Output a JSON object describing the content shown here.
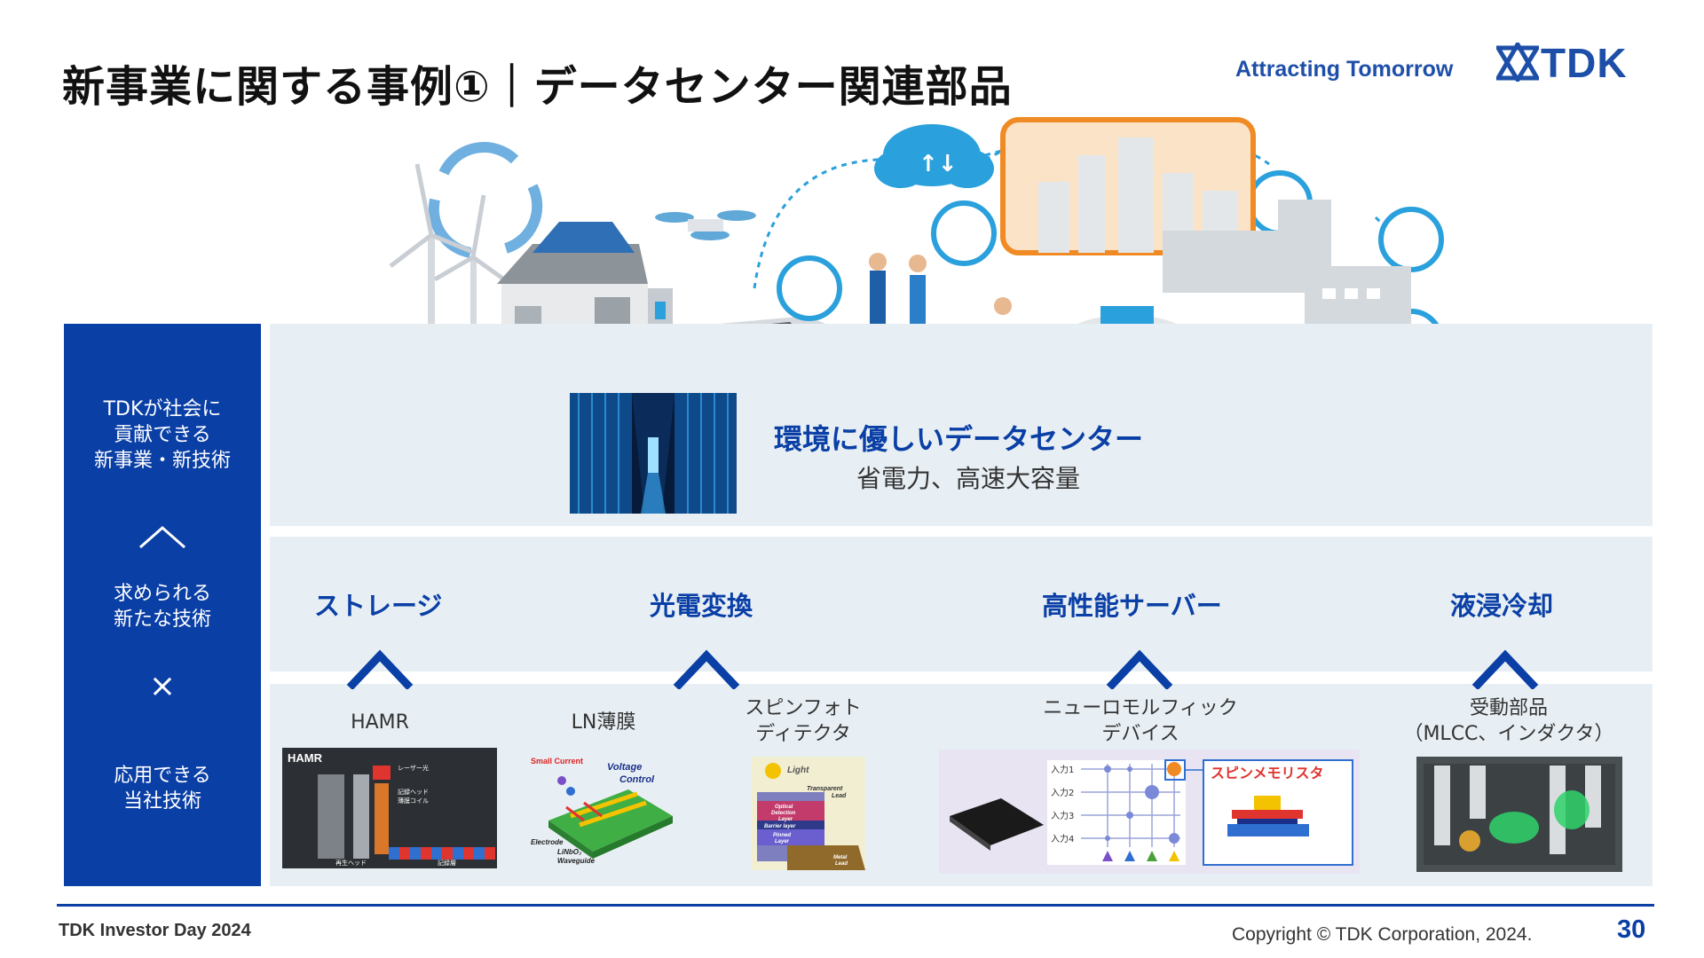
{
  "header": {
    "title": "新事業に関する事例①｜データセンター関連部品",
    "slogan": "Attracting Tomorrow",
    "logo_text": "TDK"
  },
  "left_bar": {
    "top_text": [
      "TDKが社会に",
      "貢献できる",
      "新事業・新技術"
    ],
    "middle_text": [
      "求められる",
      "新たな技術"
    ],
    "bottom_text": [
      "応用できる",
      "当社技術"
    ],
    "symbol_up": "^",
    "symbol_times": "×"
  },
  "hero": {
    "headline": "環境に優しいデータセンター",
    "subline": "省電力、高速大容量"
  },
  "categories": [
    {
      "label": "ストレージ"
    },
    {
      "label": "光電変換"
    },
    {
      "label": "高性能サーバー"
    },
    {
      "label": "液浸冷却"
    }
  ],
  "technologies": [
    {
      "label": [
        "HAMR"
      ]
    },
    {
      "label": [
        "LN薄膜"
      ]
    },
    {
      "label": [
        "スピンフォト",
        "ディテクタ"
      ]
    },
    {
      "label": [
        "ニューロモルフィック",
        "デバイス"
      ]
    },
    {
      "label": [
        "受動部品",
        "（MLCC、インダクタ）"
      ]
    }
  ],
  "images": {
    "hamr": {
      "title": "HAMR",
      "l1": "レーザー光",
      "l2": "記録ヘッド",
      "l3": "薄膜コイル",
      "l4": "再生ヘッド",
      "l5": "記録層"
    },
    "ln": {
      "small_current": "Small Current",
      "voltage": "Voltage",
      "control": "Control",
      "electrode": "Electrode",
      "linbo": "LiNbO₃",
      "waveguide": "Waveguide"
    },
    "spinphoto": {
      "light": "Light",
      "transparent": "Transparent",
      "lead": "Lead",
      "optical": "Optical",
      "detection": "Detection",
      "layer": "Layer",
      "barrier": "Barrier layer",
      "pinned": "Pinned",
      "pinned_layer": "Layer",
      "metal": "Metal",
      "metal_lead": "Lead"
    },
    "neuro": {
      "inputs": [
        "入力1",
        "入力2",
        "入力3",
        "入力4"
      ],
      "spin_memristor": "スピンメモリスタ"
    }
  },
  "footer": {
    "left": "TDK Investor Day 2024",
    "copyright": "Copyright  © TDK Corporation, 2024.",
    "page": "30"
  },
  "colors": {
    "brand_blue": "#0a3fa6",
    "logo_blue": "#1e4fa8",
    "panel": "#e8eff4",
    "accent_orange": "#f08a24",
    "illus_blue": "#2aa0dc"
  }
}
